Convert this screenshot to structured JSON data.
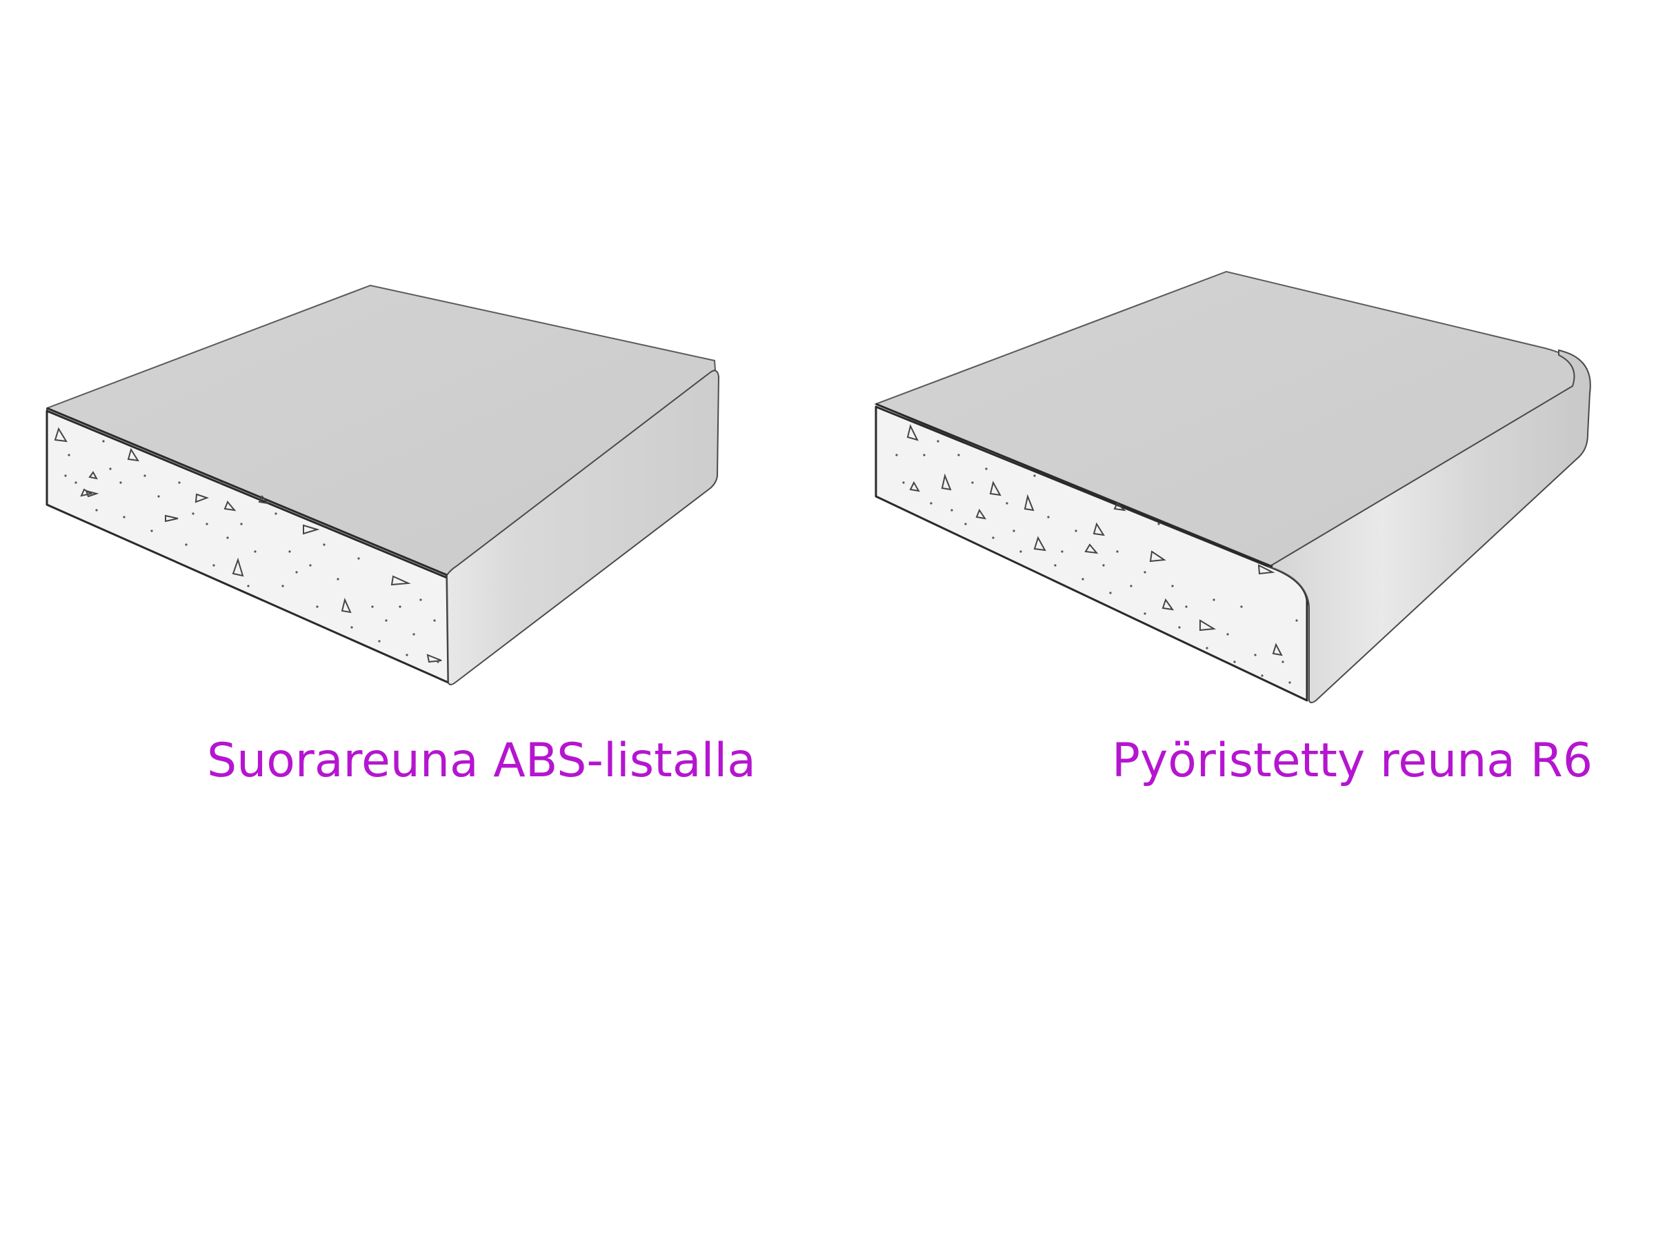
{
  "panels": [
    {
      "caption": "Suorareuna ABS-listalla",
      "edge_type": "straight-edge"
    },
    {
      "caption": "Pyöristetty reuna R6",
      "edge_type": "rounded-edge"
    }
  ],
  "colors": {
    "caption": "#b515d0",
    "top_surface": "#cfcfcf",
    "edge_band": "#d6d6d6",
    "core": "#f2f2f2",
    "outline": "#3a3a3a",
    "background": "#ffffff"
  }
}
